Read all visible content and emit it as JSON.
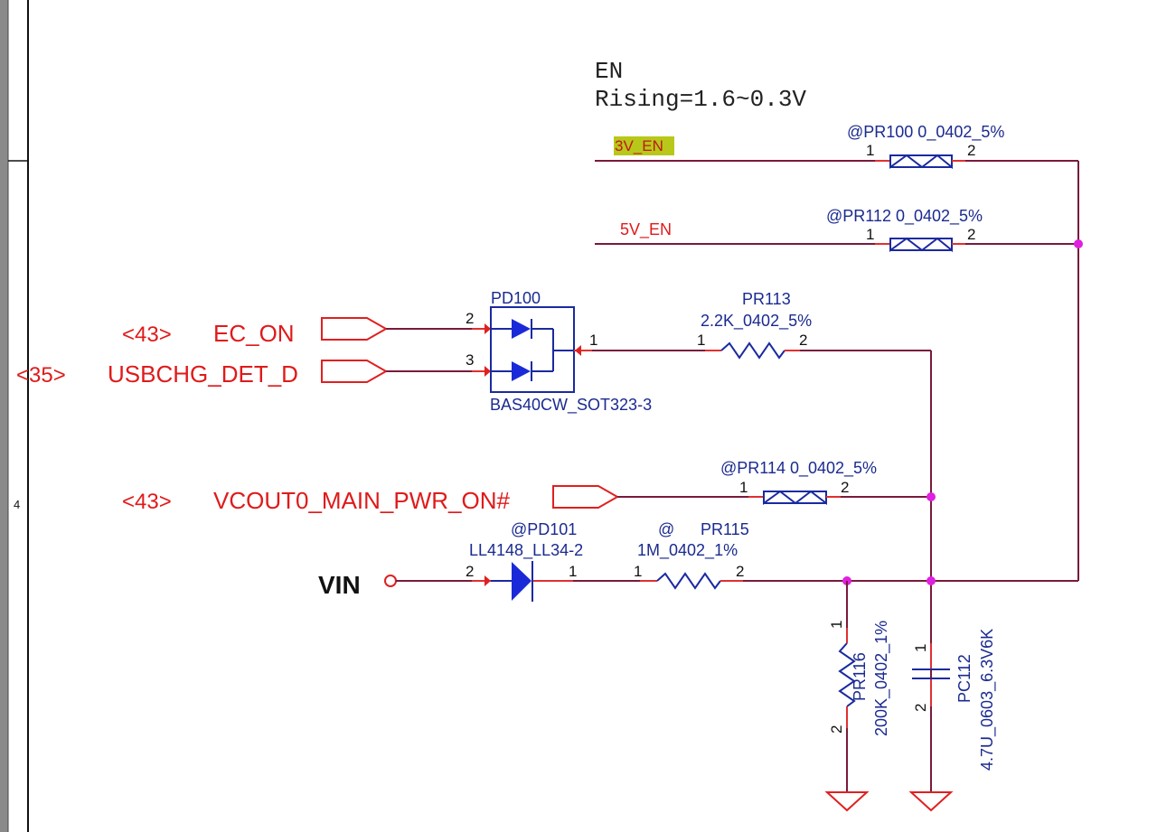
{
  "note": {
    "line1": "EN",
    "line2": "Rising=1.6~0.3V"
  },
  "border": {
    "zone_label": "4"
  },
  "nets": {
    "v3_en": "3V_EN",
    "v5_en": "5V_EN",
    "vin": "VIN"
  },
  "ports": {
    "ec_on": {
      "ref": "<43>",
      "name": "EC_ON"
    },
    "usbchg": {
      "ref": "<35>",
      "name": "USBCHG_DET_D"
    },
    "vcout": {
      "ref": "<43>",
      "name": "VCOUT0_MAIN_PWR_ON#"
    }
  },
  "components": {
    "pr100": {
      "label": "@PR100 0_0402_5%",
      "pin1": "1",
      "pin2": "2"
    },
    "pr112": {
      "label": "@PR112 0_0402_5%",
      "pin1": "1",
      "pin2": "2"
    },
    "pd100": {
      "ref": "PD100",
      "value": "BAS40CW_SOT323-3",
      "pin1": "1",
      "pin2": "2",
      "pin3": "3"
    },
    "pr113": {
      "ref": "PR113",
      "value": "2.2K_0402_5%",
      "pin1": "1",
      "pin2": "2"
    },
    "pr114": {
      "label": "@PR114 0_0402_5%",
      "pin1": "1",
      "pin2": "2"
    },
    "pd101": {
      "ref": "@PD101",
      "value": "LL4148_LL34-2",
      "pin1": "1",
      "pin2": "2"
    },
    "pr115": {
      "at": "@",
      "ref": "PR115",
      "value": "1M_0402_1%",
      "pin1": "1",
      "pin2": "2"
    },
    "pr116": {
      "ref": "PR116",
      "value": "200K_0402_1%",
      "pin1": "1",
      "pin2": "2"
    },
    "pc112": {
      "ref": "PC112",
      "value": "4.7U_0603_6.3V6K",
      "pin1": "1",
      "pin2": "2"
    }
  },
  "colors": {
    "wire": "#7a1a3a",
    "component": "#1a2aa0",
    "port": "#e02020",
    "junction": "#e020e0",
    "highlight": "#b8c81a"
  }
}
